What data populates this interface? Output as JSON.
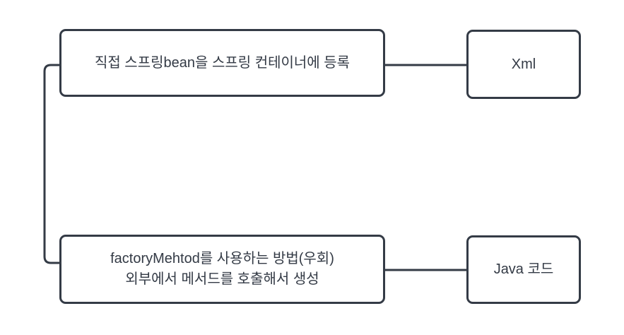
{
  "diagram": {
    "colors": {
      "stroke": "#343b46",
      "text": "#333a45",
      "background": "#ffffff"
    },
    "nodes": {
      "top_method": {
        "label": "직접 스프링bean을 스프링 컨테이너에 등록"
      },
      "xml": {
        "label": "Xml"
      },
      "factory_method": {
        "line1": "factoryMehtod를 사용하는 방법(우회)",
        "line2": "외부에서 메서드를 호출해서 생성"
      },
      "java": {
        "label": "Java 코드"
      }
    },
    "edges": [
      {
        "from": "top_method",
        "to": "xml"
      },
      {
        "from": "factory_method",
        "to": "java"
      },
      {
        "from": "top_method",
        "to": "factory_method",
        "shape": "left-bracket"
      }
    ]
  }
}
